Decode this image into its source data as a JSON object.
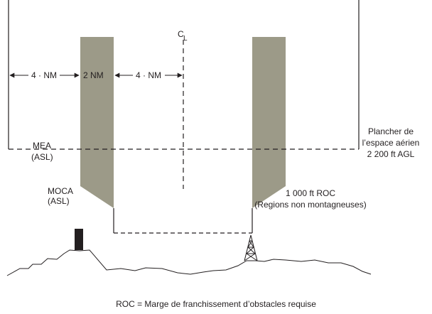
{
  "labels": {
    "centerline_c": "C",
    "centerline_l": "L",
    "dist_left": "4 · NM",
    "dist_corridor": "2  NM",
    "dist_right": "4 · NM",
    "mea_line1": "MEA",
    "mea_line2": "(ASL)",
    "moca_line1": "MOCA",
    "moca_line2": "(ASL)",
    "floor_line1": "Plancher de",
    "floor_line2": "l’espace aérien",
    "floor_line3": "2 200 ft AGL",
    "roc_value": "1 000 ft ROC",
    "roc_region": "(Regions non montagneuses)",
    "footnote": "ROC = Marge de franchissement d’obstacles requise"
  },
  "colors": {
    "line": "#231f20",
    "protected_area": "#9c9a88",
    "obstacle_block": "#231f20",
    "background": "#ffffff"
  },
  "icons": {
    "tower": "radio-tower-icon",
    "obstacle": "building-obstacle-icon"
  }
}
